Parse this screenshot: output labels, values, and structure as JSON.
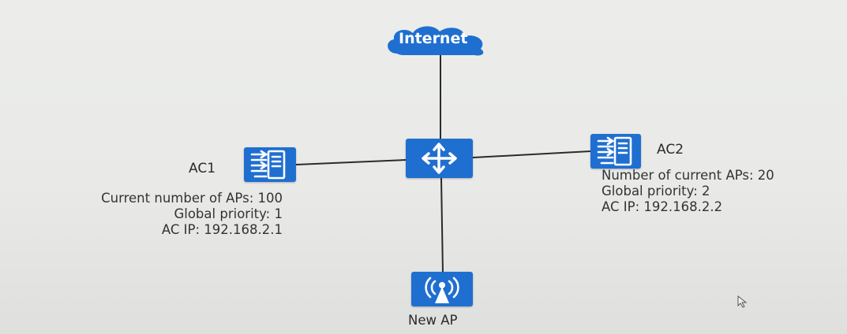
{
  "nodes": {
    "internet": {
      "label": "Internet",
      "icon": "cloud-icon"
    },
    "switch": {
      "icon": "switch-icon"
    },
    "ac1": {
      "label": "AC1",
      "icon": "access-controller-icon",
      "info": [
        "Current number of APs: 100",
        "Global priority: 1",
        "AC IP: 192.168.2.1"
      ]
    },
    "ac2": {
      "label": "AC2",
      "icon": "access-controller-icon",
      "info": [
        "Number of current APs: 20",
        "Global priority: 2",
        "AC IP: 192.168.2.2"
      ]
    },
    "new_ap": {
      "label": "New AP",
      "icon": "wireless-ap-icon"
    }
  },
  "colors": {
    "device": "#1f6fd0",
    "link": "#2b2b2b",
    "background": "#ecedeb"
  }
}
